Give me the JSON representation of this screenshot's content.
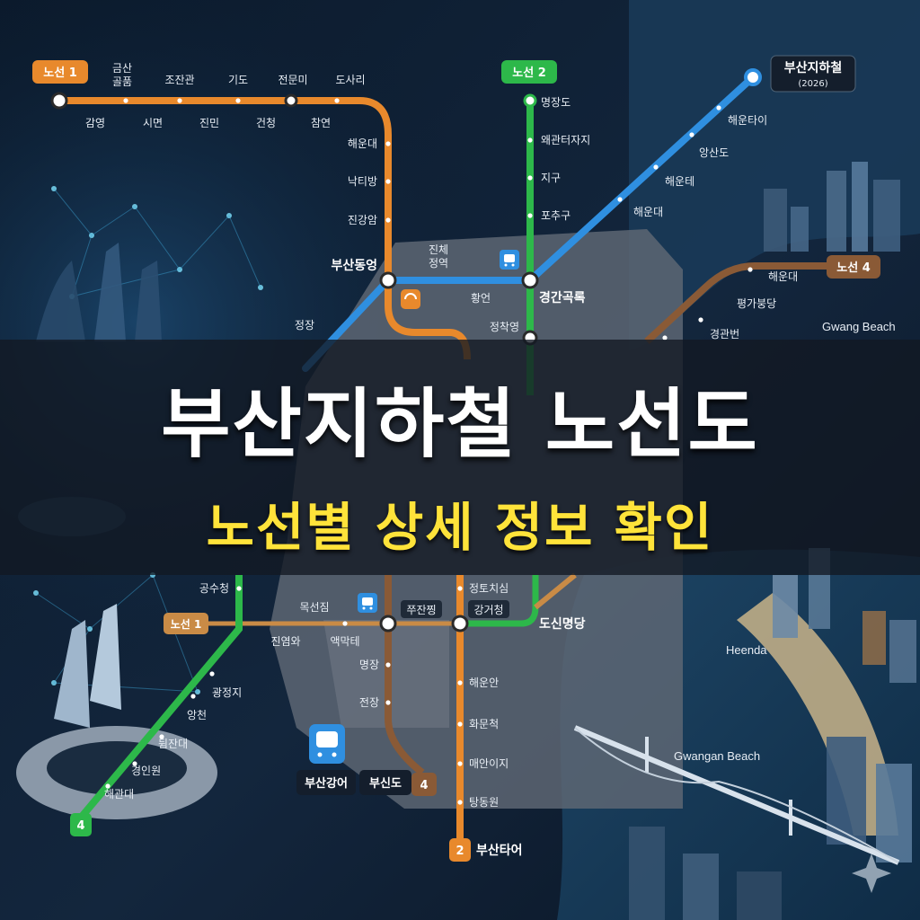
{
  "banner": {
    "title": "부산지하철 노선도",
    "subtitle": "노선별 상세 정보 확인"
  },
  "colors": {
    "line1": "#e8892c",
    "line2": "#2db84a",
    "line3": "#2f8fe0",
    "line4": "#8a5a36",
    "title": "#ffffff",
    "subtitle": "#ffe33a"
  },
  "badges": {
    "line1_top": "노선 1",
    "line2_top": "노선 2",
    "line4_right": "노선 4",
    "line1_bottom": "노선 1",
    "line4_bottom_num": "4",
    "line4_end_num": "4",
    "line2_end_num": "2"
  },
  "line1_top": {
    "upper": [
      "금산\n골품",
      "조잔관",
      "기도",
      "전문미",
      "도사리"
    ],
    "lower": [
      "감영",
      "시면",
      "진민",
      "건청",
      "참연"
    ]
  },
  "line1_down": [
    "해운대",
    "낙티방",
    "진강암"
  ],
  "line2_top": [
    "명장도",
    "왜관터자지",
    "지구",
    "포추구"
  ],
  "line3": {
    "terminal": "부산지하철",
    "terminal_note": "(2026)",
    "stations": [
      "해운타이",
      "앙산도",
      "해운테",
      "해운대"
    ],
    "left": "정장"
  },
  "center": {
    "bususan_east": "부산동엉",
    "jinche": "진체\n정역",
    "hwangon": "황언",
    "gyeonggan": "경간곡록",
    "gyeongchak": "정착영"
  },
  "line4_right": {
    "stations": [
      "해운대",
      "평가붕당",
      "경관번"
    ],
    "beach": "Gwang Beach"
  },
  "bottom": {
    "gongsu": "공수청",
    "mokseon": "목선짐",
    "jinyeom": "진염와",
    "aekmak": "액막테",
    "juksa": "쭈잔찡",
    "gangga": "강거청",
    "jeongto": "정토치심",
    "doshin": "도신명당",
    "myeongjang": "명장",
    "jeonjang": "전장",
    "gwangjeong": "광정지",
    "angcheon": "앙천",
    "dwinggan": "뒴잔대",
    "gyeongin": "경인원",
    "haegwan": "해관대",
    "haeunan": "해운안",
    "hwamun": "화문척",
    "maean": "매안이지",
    "tangdong": "탕동원",
    "busan_taeo": "부산타어",
    "busan_gangeo": "부산강어",
    "busan_sindo": "부신도"
  },
  "places": {
    "heenda": "Heenda",
    "gwangan": "Gwangan Beach"
  },
  "icons": [
    "train-icon",
    "transfer-icon",
    "sparkle-icon"
  ]
}
